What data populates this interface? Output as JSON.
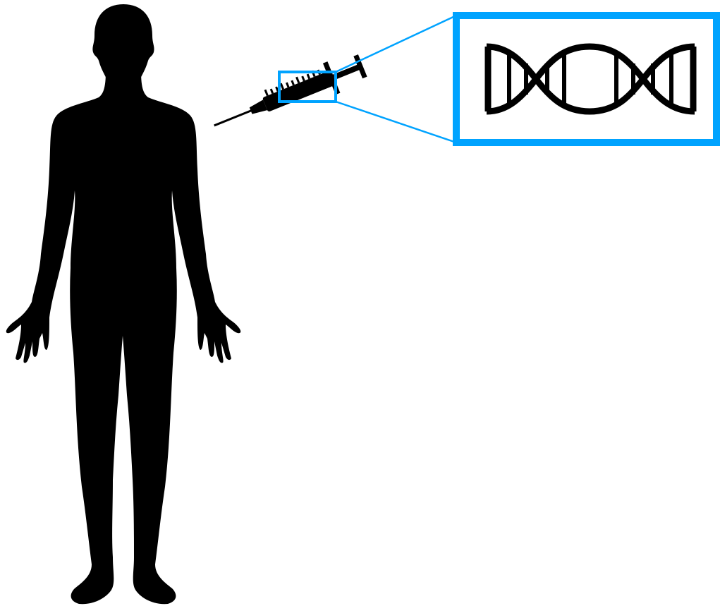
{
  "diagram": {
    "elements": [
      {
        "id": "human",
        "icon": "human-silhouette-icon",
        "color": "#000000"
      },
      {
        "id": "syringe",
        "icon": "syringe-icon",
        "color": "#000000"
      },
      {
        "id": "zoom-source",
        "shape": "rectangle",
        "color": "#00a3ff"
      },
      {
        "id": "zoom-callout",
        "shape": "rectangle",
        "color": "#00a3ff"
      },
      {
        "id": "dna",
        "icon": "dna-double-helix-icon",
        "color": "#000000"
      }
    ],
    "connections": [
      {
        "from": "zoom-source",
        "to": "zoom-callout",
        "style": "magnify-lines",
        "color": "#00a3ff"
      }
    ],
    "colors": {
      "accent": "#00a3ff",
      "figure": "#000000",
      "background": "#ffffff"
    }
  }
}
